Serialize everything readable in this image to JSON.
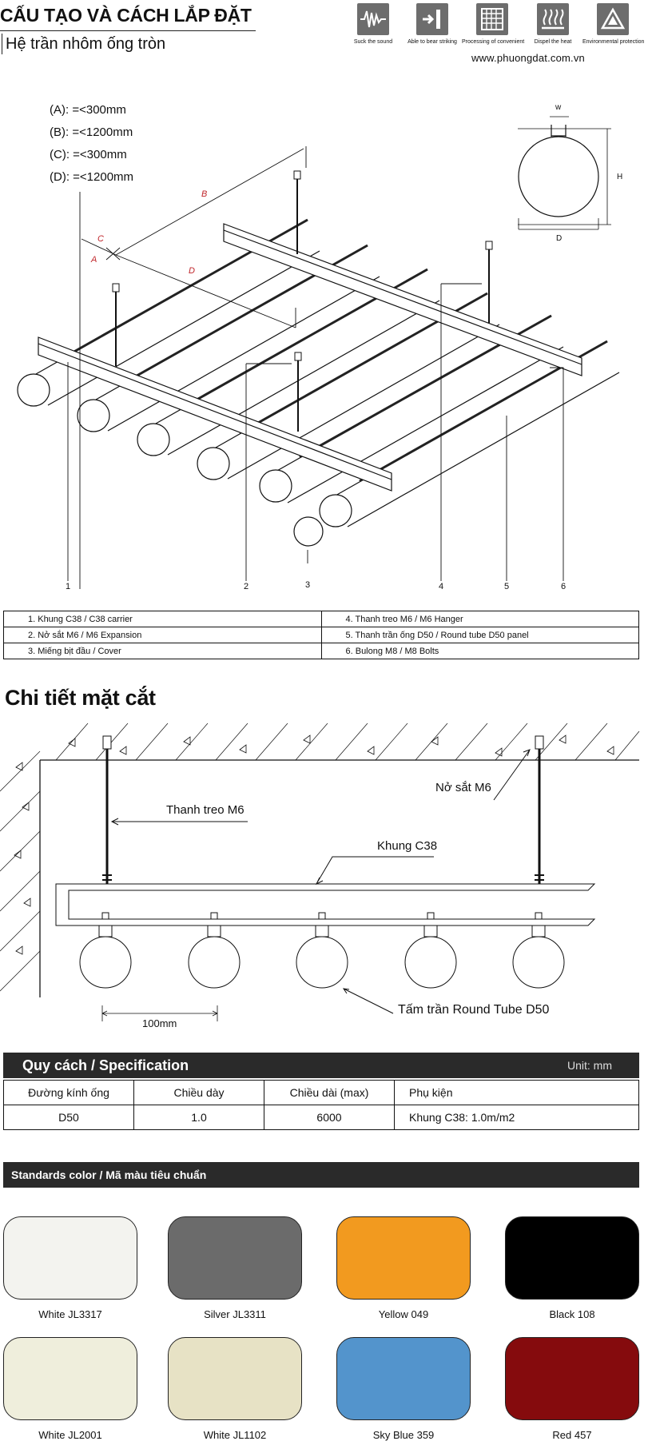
{
  "header": {
    "title": "CẤU TẠO VÀ CÁCH LẮP ĐẶT",
    "subtitle": "Hệ trần nhôm ống tròn",
    "website": "www.phuongdat.com.vn",
    "features": [
      {
        "icon": "sound-wave-icon",
        "label": "Suck the sound"
      },
      {
        "icon": "strike-bar-icon",
        "label": "Able to bear striking"
      },
      {
        "icon": "grid-icon",
        "label": "Processing of convenient"
      },
      {
        "icon": "heat-icon",
        "label": "Dispel the heat"
      },
      {
        "icon": "recycle-icon",
        "label": "Environmental protection"
      }
    ]
  },
  "dimensions": [
    "(A): =<300mm",
    "(B): =<1200mm",
    "(C): =<300mm",
    "(D): =<1200mm"
  ],
  "diagram_labels": {
    "A": "A",
    "B": "B",
    "C": "C",
    "D": "D",
    "w": "w",
    "H": "H",
    "d": "D",
    "callouts": [
      "1",
      "2",
      "3",
      "4",
      "5",
      "6"
    ]
  },
  "legend": [
    [
      "1. Khung C38  / C38 carrier",
      "4. Thanh treo M6 / M6 Hanger"
    ],
    [
      "2. Nở sắt M6 / M6 Expansion",
      "5. Thanh trần ống D50 / Round tube D50 panel"
    ],
    [
      "3. Miếng bịt đầu / Cover",
      "6. Bulong M8 / M8 Bolts"
    ]
  ],
  "section": {
    "title": "Chi tiết mặt cắt",
    "labels": {
      "hanger": "Thanh treo M6",
      "expansion": "Nở sắt M6",
      "carrier": "Khung C38",
      "panel": "Tấm trần Round Tube D50",
      "spacing": "100mm"
    }
  },
  "spec": {
    "title": "Quy cách / Specification",
    "unit": "Unit: mm",
    "headers": [
      "Đường kính ống",
      "Chiều dày",
      "Chiều dài (max)",
      "Phụ kiện"
    ],
    "row": [
      "D50",
      "1.0",
      "6000",
      "Khung C38: 1.0m/m2"
    ]
  },
  "colors": {
    "title": "Standards color / Mã màu tiêu chuẩn",
    "swatches": [
      {
        "name": "White JL3317",
        "color": "#f3f3ef"
      },
      {
        "name": "Silver JL3311",
        "color": "#6b6b6b"
      },
      {
        "name": "Yellow 049",
        "color": "#f29a1f"
      },
      {
        "name": "Black 108",
        "color": "#000000"
      },
      {
        "name": "White JL2001",
        "color": "#efeedc"
      },
      {
        "name": "White JL1102",
        "color": "#e7e2c5"
      },
      {
        "name": "Sky Blue 359",
        "color": "#5394cc"
      },
      {
        "name": "Red 457",
        "color": "#850b0d"
      }
    ]
  }
}
